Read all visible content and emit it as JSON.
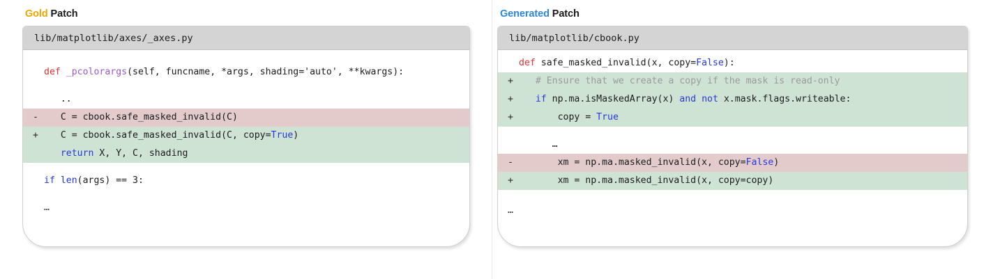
{
  "panels": [
    {
      "title_accent": "Gold",
      "title_rest": " Patch",
      "accent_color": "#f0a500",
      "file_path": "lib/matplotlib/axes/_axes.py",
      "lines": [
        {
          "marker": "",
          "kind": "context",
          "segments": [
            {
              "t": "def ",
              "c": "kw"
            },
            {
              "t": "_pcolorargs",
              "c": "fn"
            },
            {
              "t": "(self, funcname, *args, shading='auto', **kwargs):",
              "c": "plain"
            }
          ]
        },
        {
          "marker": "",
          "kind": "context",
          "segments": [
            {
              "t": "   ..",
              "c": "plain"
            }
          ]
        },
        {
          "marker": "-",
          "kind": "del",
          "segments": [
            {
              "t": "   C = cbook.safe_masked_invalid(C)",
              "c": "plain"
            }
          ]
        },
        {
          "marker": "+",
          "kind": "add",
          "segments": [
            {
              "t": "   C = cbook.safe_masked_invalid(C, copy=",
              "c": "plain"
            },
            {
              "t": "True",
              "c": "kw2"
            },
            {
              "t": ")",
              "c": "plain"
            }
          ]
        },
        {
          "marker": "",
          "kind": "add",
          "segments": [
            {
              "t": "   ",
              "c": "plain"
            },
            {
              "t": "return",
              "c": "kw2"
            },
            {
              "t": " X, Y, C, shading",
              "c": "plain"
            }
          ]
        },
        {
          "marker": "",
          "kind": "context",
          "segments": [
            {
              "t": "if ",
              "c": "kw2"
            },
            {
              "t": "len",
              "c": "kw2"
            },
            {
              "t": "(args) == 3:",
              "c": "plain"
            }
          ]
        }
      ],
      "trailing_ellipsis": "…"
    },
    {
      "title_accent": "Generated",
      "title_rest": " Patch",
      "accent_color": "#2e86d6",
      "file_path": "lib/matplotlib/cbook.py",
      "lines": [
        {
          "marker": "",
          "kind": "context",
          "segments": [
            {
              "t": "def ",
              "c": "kw"
            },
            {
              "t": "safe_masked_invalid",
              "c": "plain"
            },
            {
              "t": "(x, copy=",
              "c": "plain"
            },
            {
              "t": "False",
              "c": "kw2"
            },
            {
              "t": "):",
              "c": "plain"
            }
          ]
        },
        {
          "marker": "+",
          "kind": "add",
          "segments": [
            {
              "t": "   # Ensure that we create a copy if the mask is read-only",
              "c": "comment"
            }
          ]
        },
        {
          "marker": "+",
          "kind": "add",
          "segments": [
            {
              "t": "   ",
              "c": "plain"
            },
            {
              "t": "if",
              "c": "kw2"
            },
            {
              "t": " np.ma.isMaskedArray(x) ",
              "c": "plain"
            },
            {
              "t": "and",
              "c": "kw2"
            },
            {
              "t": " ",
              "c": "plain"
            },
            {
              "t": "not",
              "c": "kw2"
            },
            {
              "t": " x.mask.flags.writeable:",
              "c": "plain"
            }
          ]
        },
        {
          "marker": "+",
          "kind": "add",
          "segments": [
            {
              "t": "       copy = ",
              "c": "plain"
            },
            {
              "t": "True",
              "c": "kw2"
            }
          ]
        },
        {
          "marker": "",
          "kind": "context",
          "segments": [
            {
              "t": "      …",
              "c": "plain"
            }
          ]
        },
        {
          "marker": "-",
          "kind": "del",
          "segments": [
            {
              "t": "       xm = np.ma.masked_invalid(x, copy=",
              "c": "plain"
            },
            {
              "t": "False",
              "c": "kw2"
            },
            {
              "t": ")",
              "c": "plain"
            }
          ]
        },
        {
          "marker": "+",
          "kind": "add",
          "segments": [
            {
              "t": "       xm = np.ma.masked_invalid(x, copy=copy)",
              "c": "plain"
            }
          ]
        }
      ],
      "trailing_ellipsis": "…"
    }
  ],
  "colors": {
    "add_bg": "#cfe3d4",
    "del_bg": "#e3cbcc",
    "header_bg": "#d4d4d4",
    "keyword_red": "#e03131",
    "keyword_blue": "#2638d8",
    "function_purple": "#9b59d0",
    "comment_gray": "#9a9a9a"
  }
}
